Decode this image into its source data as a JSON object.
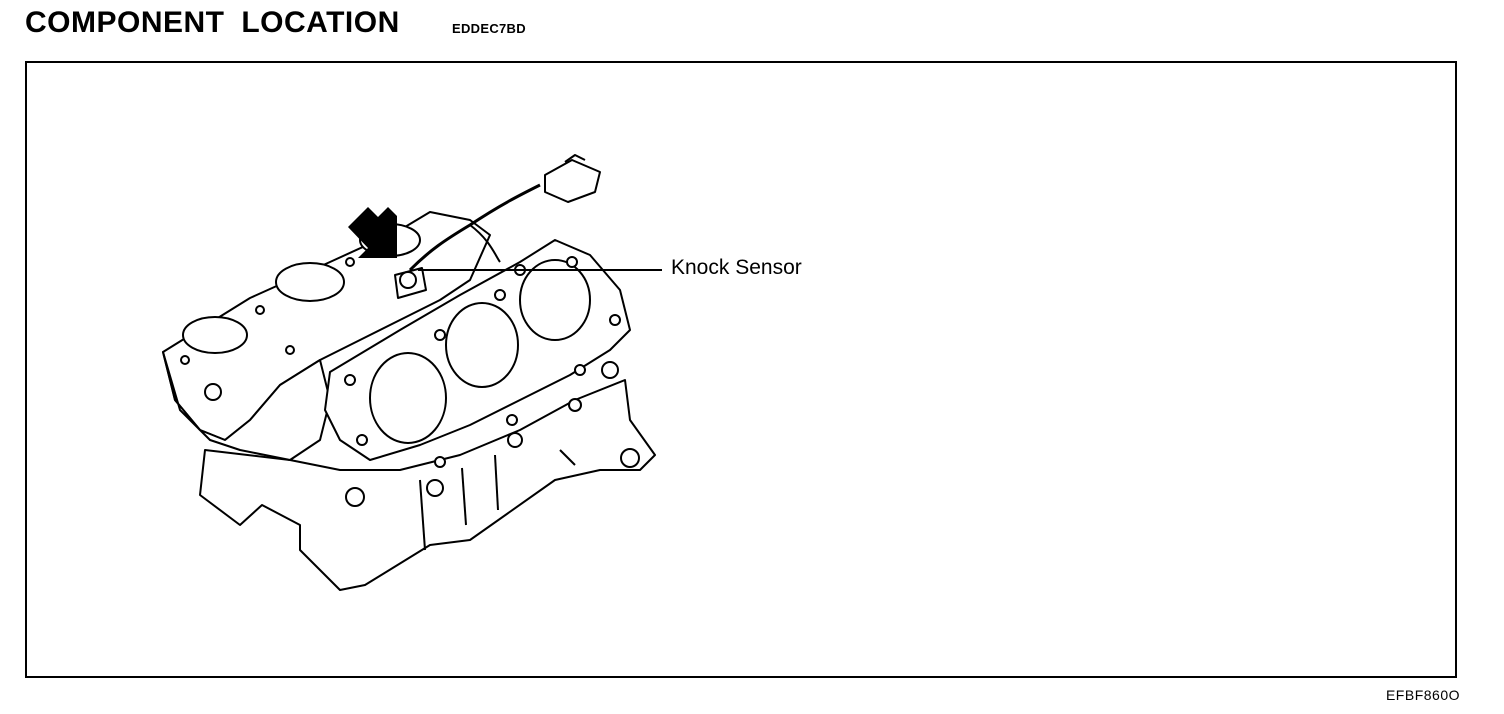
{
  "header": {
    "title": "COMPONENT LOCATION",
    "code": "EDDEC7BD"
  },
  "diagram": {
    "callout_label": "Knock Sensor",
    "figure_code": "EFBF860O",
    "subject_icon": "engine-block-icon",
    "pointer_icon": "arrow-down-icon"
  }
}
